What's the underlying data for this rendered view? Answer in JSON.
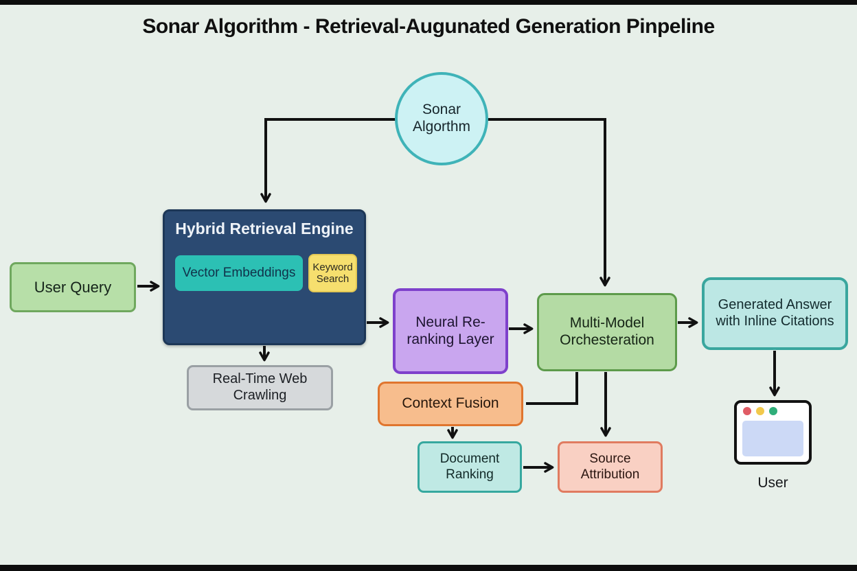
{
  "title": "Sonar Algorithm - Retrieval-Augunated Generation Pinpeline",
  "nodes": {
    "sonar_algorithm": {
      "label": "Sonar Algorthm"
    },
    "hybrid_engine": {
      "title": "Hybrid Retrieval Engine"
    },
    "vector_embeddings": {
      "label": "Vector Embeddings"
    },
    "keyword_search": {
      "label": "Keyword Search"
    },
    "user_query": {
      "label": "User Query"
    },
    "neural_reranking": {
      "label": "Neural Re-ranking Layer"
    },
    "multi_model": {
      "label": "Multi-Model Orchesteration"
    },
    "generated_answer": {
      "label": "Generated Answer with Inline Citations"
    },
    "realtime_crawling": {
      "label": "Real-Time Web Crawling"
    },
    "context_fusion": {
      "label": "Context Fusion"
    },
    "document_ranking": {
      "label": "Document Ranking"
    },
    "source_attribution": {
      "label": "Source Attribution"
    },
    "user": {
      "label": "User"
    }
  },
  "palette": {
    "background": "#e7efe9",
    "frame_bar": "#0d0d0d",
    "arrow_black": "#111111",
    "arrow_gray": "#8a94a3",
    "sonar_fill": "#cdf2f4",
    "sonar_border": "#3fb3b8",
    "hybrid_fill": "#2b4a72",
    "hybrid_text": "#eef3f8",
    "vector_fill": "#2cc0b4",
    "keyword_fill": "#f6df6e",
    "user_query_fill": "#b7dfa8",
    "user_query_border": "#6fa85e",
    "neural_fill": "#c9a6ef",
    "neural_border": "#7e41cb",
    "multi_model_fill": "#b4dba4",
    "multi_model_border": "#5d9b4b",
    "generated_fill": "#bce7e4",
    "generated_border": "#3aa69e",
    "realtime_fill": "#d6d9db",
    "realtime_border": "#9aa0a4",
    "context_fill": "#f7bd8d",
    "context_border": "#e0752e",
    "document_fill": "#bfe9e4",
    "document_border": "#36a89f",
    "source_fill": "#f9d0c3",
    "source_border": "#e07b60",
    "browser_dot_red": "#e05c65",
    "browser_dot_yellow": "#f2c94c",
    "browser_dot_green": "#2fae79",
    "browser_content": "#ccd9f6"
  }
}
